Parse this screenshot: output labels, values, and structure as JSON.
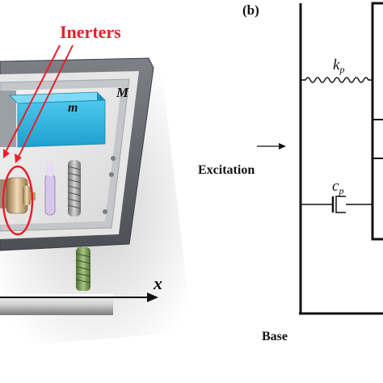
{
  "panel_a": {
    "callout_label": "Inerters",
    "inner_mass_label": "m",
    "outer_mass_label": "M",
    "axis_label": "x",
    "colors": {
      "callout": "#e8202a",
      "mass_block": "#29b6e6",
      "frame": "#5a5e64",
      "spring": "#6a8f4a",
      "damper": "#c9b3e6"
    }
  },
  "panel_b": {
    "panel_label": "(b)",
    "spring_label_base": "k",
    "spring_label_sub": "p",
    "damper_label_base": "c",
    "damper_label_sub": "p",
    "excitation_label": "Excitation",
    "base_label": "Base"
  }
}
